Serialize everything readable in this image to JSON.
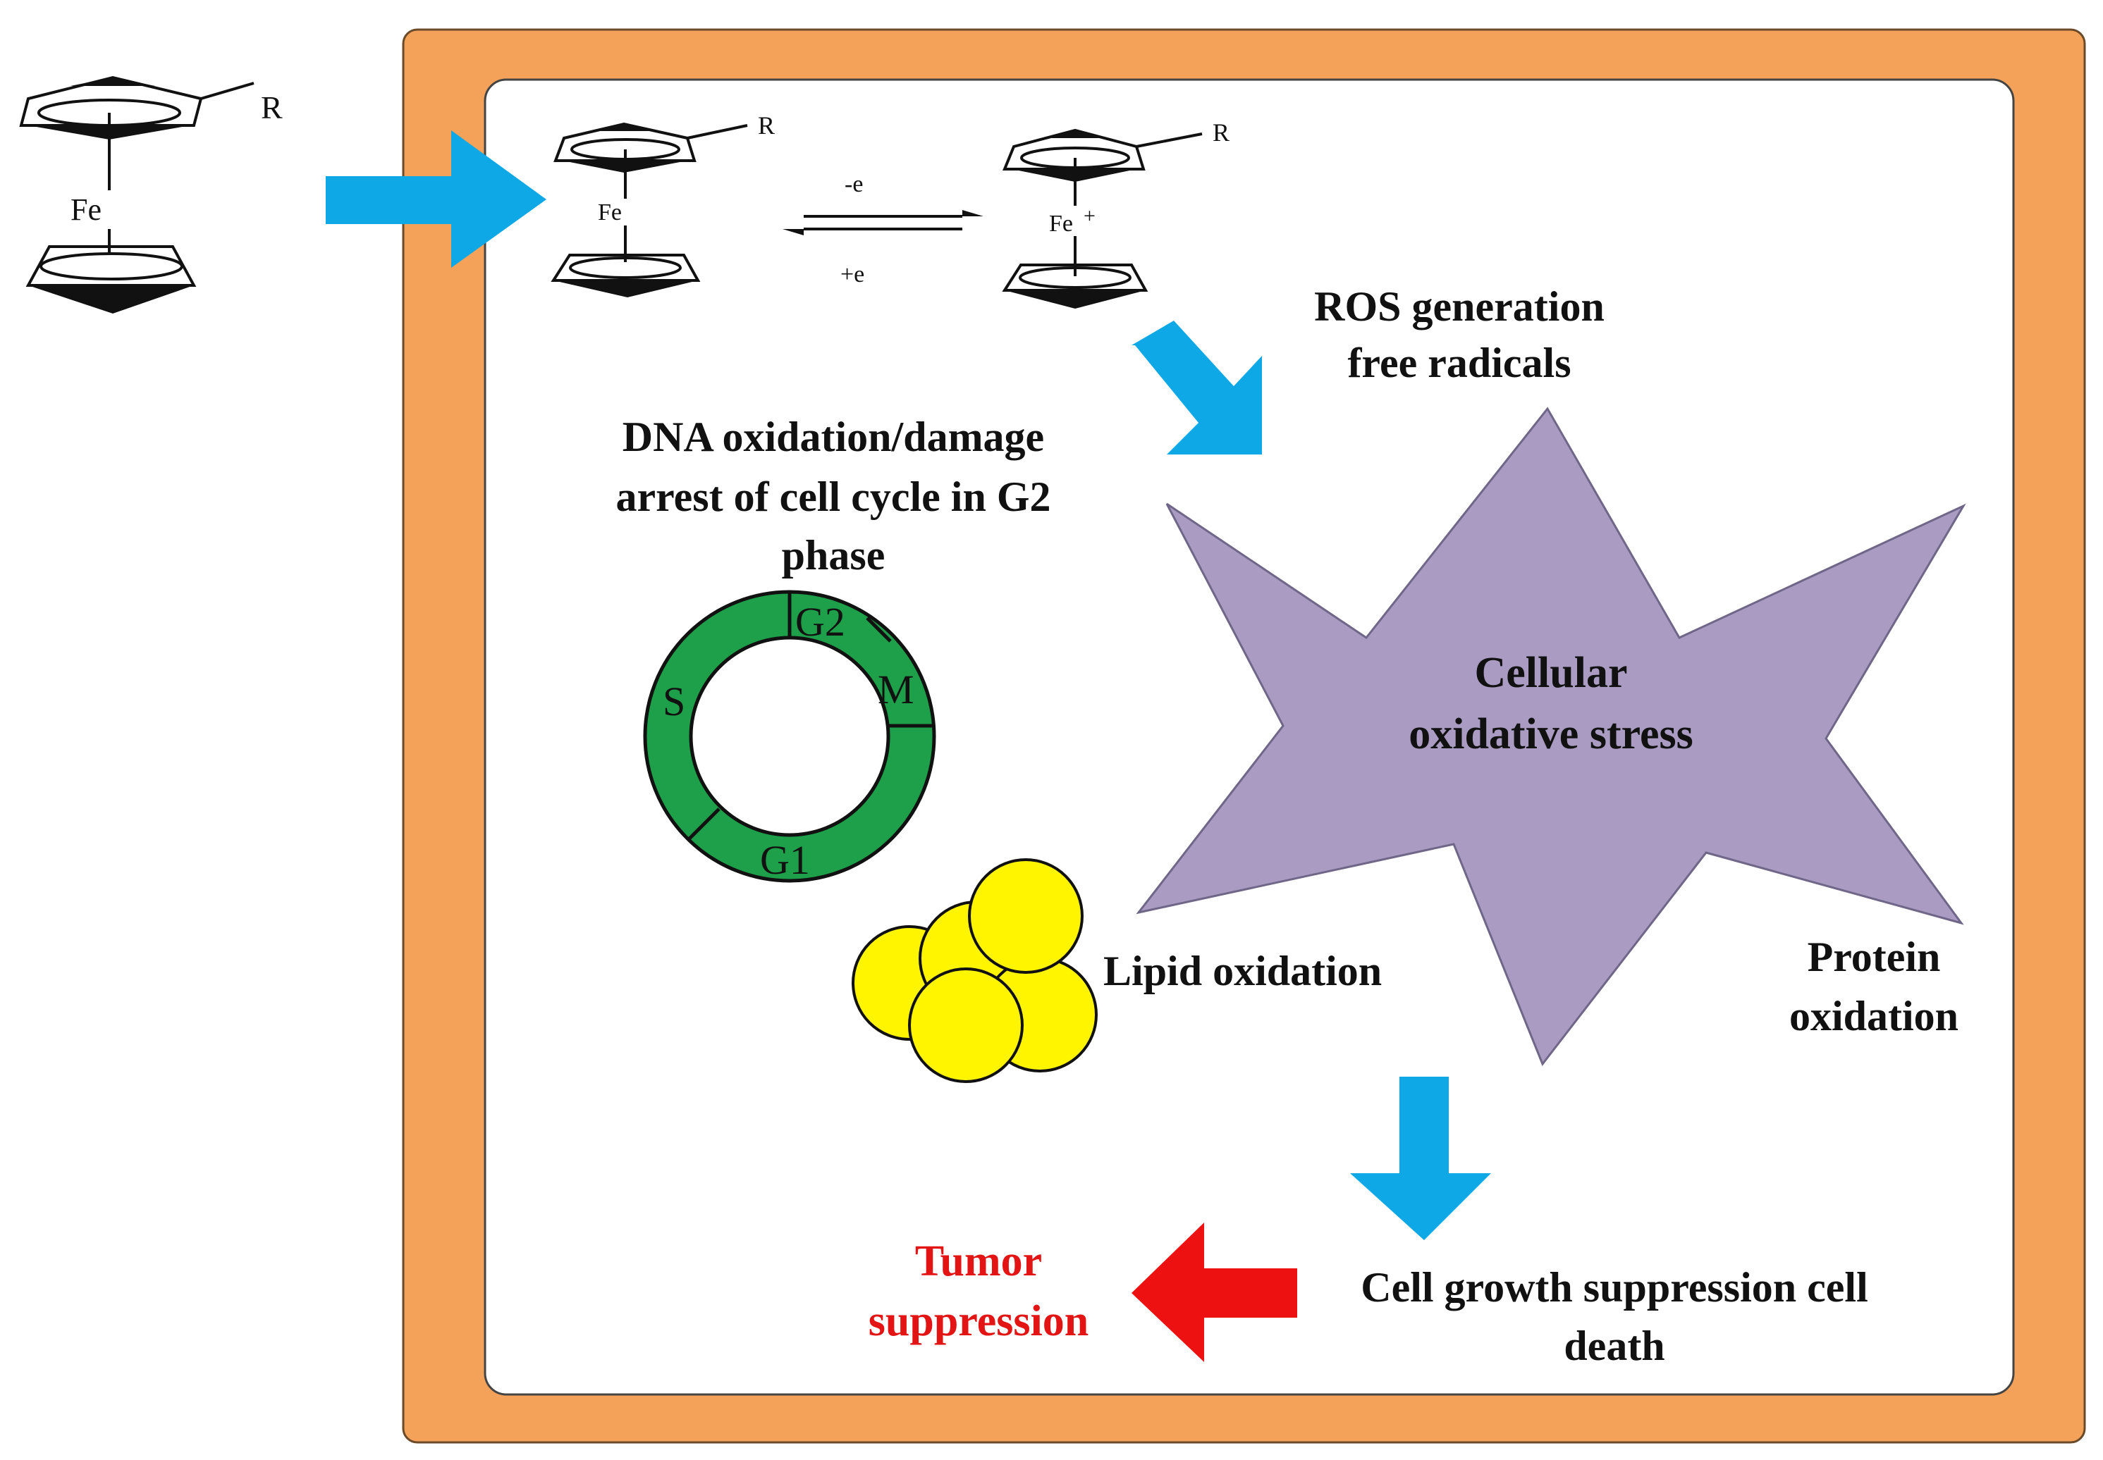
{
  "molecules": {
    "left": {
      "substituent": "R",
      "metal": "Fe"
    },
    "inner_neutral": {
      "substituent": "R",
      "metal": "Fe"
    },
    "inner_oxidized": {
      "substituent": "R",
      "metal": "Fe",
      "charge": "+"
    }
  },
  "equilibrium": {
    "forward": "-e",
    "reverse": "+e"
  },
  "labels": {
    "ros_line1": "ROS generation",
    "ros_line2": "free radicals",
    "dna_line1": "DNA oxidation/damage",
    "dna_line2": "arrest of cell cycle in G2",
    "dna_line3": "phase",
    "stress_line1": "Cellular",
    "stress_line2": "oxidative stress",
    "lipid": "Lipid oxidation",
    "protein_line1": "Protein",
    "protein_line2": "oxidation",
    "growth_line1": "Cell growth suppression cell",
    "growth_line2": "death",
    "tumor_line1": "Tumor",
    "tumor_line2": "suppression"
  },
  "cell_cycle": {
    "phases": [
      "G2",
      "M",
      "G1",
      "S"
    ]
  },
  "colors": {
    "cell_border": "#F4A259",
    "arrow_blue": "#0FA8E6",
    "arrow_red": "#EE1111",
    "star": "#A99BC2",
    "ring": "#1EA04A",
    "lipid": "#FFF500",
    "tumor_text": "#E31414"
  }
}
